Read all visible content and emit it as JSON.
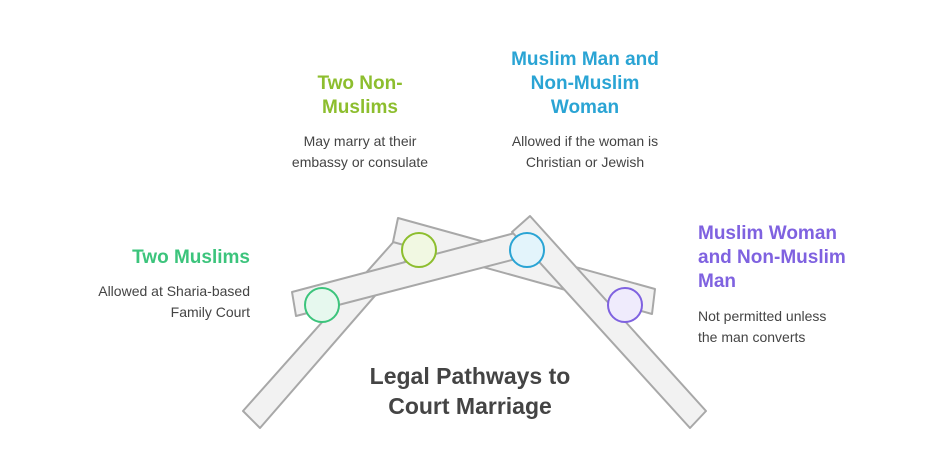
{
  "title": "Legal Pathways to\nCourt Marriage",
  "pathways": [
    {
      "heading": "Two Muslims",
      "description": "Allowed at Sharia-based\nFamily Court",
      "color": "#3cc47c",
      "fill": "#e6f8ee"
    },
    {
      "heading": "Two Non-\nMuslims",
      "description": "May marry at their\nembassy or consulate",
      "color": "#8dbe2e",
      "fill": "#f1f8e2"
    },
    {
      "heading": "Muslim Man and\nNon-Muslim\nWoman",
      "description": "Allowed if the woman is\nChristian or Jewish",
      "color": "#2aa4d4",
      "fill": "#e3f4fb"
    },
    {
      "heading": "Muslim Woman\nand Non-Muslim\nMan",
      "description": "Not permitted unless\nthe man converts",
      "color": "#7f62e0",
      "fill": "#efebfc"
    }
  ],
  "colors": {
    "beam_fill": "#f2f2f2",
    "beam_stroke": "#a8a8a8",
    "title_text": "#444444",
    "description_text": "#444444"
  }
}
